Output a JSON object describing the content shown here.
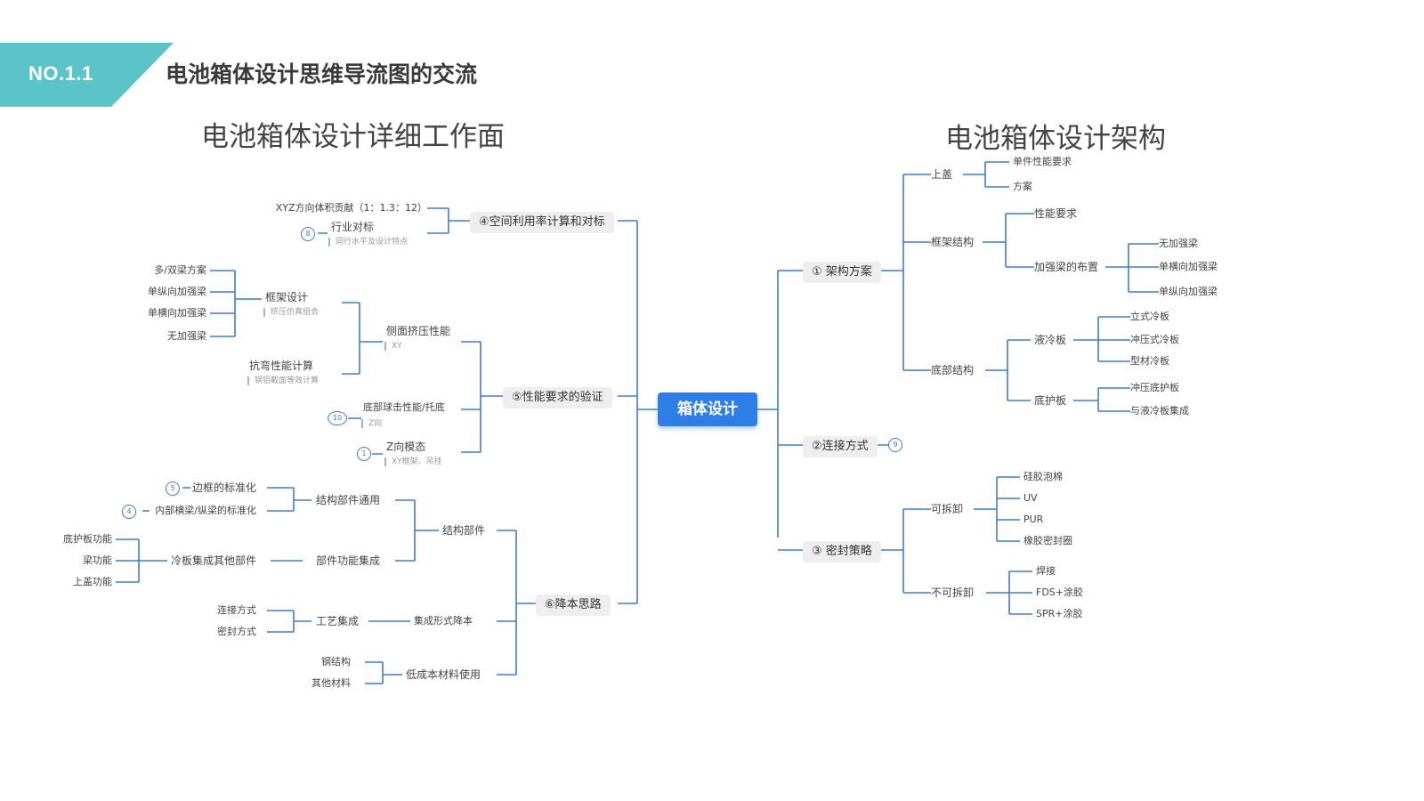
{
  "header": {
    "badge": "NO.1.1",
    "title": "电池箱体设计思维导流图的交流",
    "badge_color": "#5bc4c9"
  },
  "sections": {
    "left_title": "电池箱体设计详细工作面",
    "right_title": "电池箱体设计架构"
  },
  "root": "箱体设计",
  "right": {
    "arch": "① 架构方案",
    "arch_top": "上盖",
    "arch_top_children": [
      "单件性能要求",
      "方案"
    ],
    "arch_frame": "框架结构",
    "arch_frame_perf": "性能要求",
    "arch_frame_rib": "加强梁的布置",
    "arch_frame_rib_children": [
      "无加强梁",
      "单横向加强梁",
      "单纵向加强梁"
    ],
    "arch_bottom": "底部结构",
    "arch_bottom_liquid": "液冷板",
    "arch_bottom_liquid_children": [
      "立式冷板",
      "冲压式冷板",
      "型材冷板"
    ],
    "arch_bottom_guard": "底护板",
    "arch_bottom_guard_children": [
      "冲压底护板",
      "与液冷板集成"
    ],
    "conn": "②连接方式",
    "conn_count": "9",
    "seal": "③ 密封策略",
    "seal_removable": "可拆卸",
    "seal_removable_children": [
      "硅胶泡棉",
      "UV",
      "PUR",
      "橡胶密封圈"
    ],
    "seal_fixed": "不可拆卸",
    "seal_fixed_children": [
      "焊接",
      "FDS+涂胶",
      "SPR+涂胶"
    ]
  },
  "left": {
    "space": "④空间利用率计算和对标",
    "space_xyz": "XYZ方向体积贡献（1：1.3：12）",
    "space_bench": "行业对标",
    "space_bench_note": "同行水平及设计特点",
    "space_bench_count": "8",
    "perf": "⑤性能要求的验证",
    "perf_side": "侧面挤压性能",
    "perf_side_note": "XY",
    "perf_frame": "框架设计",
    "perf_frame_note": "挤压仿真组合",
    "perf_frame_children": [
      "多/双梁方案",
      "单纵向加强梁",
      "单横向加强梁",
      "无加强梁"
    ],
    "perf_bend": "抗弯性能计算",
    "perf_bend_note": "钢铝截面等效计算",
    "perf_ball": "底部球击性能/托底",
    "perf_ball_note": "Z向",
    "perf_ball_count": "10",
    "perf_modal": "Z向模态",
    "perf_modal_note": "XY框架、吊挂",
    "perf_modal_count": "1",
    "cost": "⑥降本思路",
    "cost_struct": "结构部件",
    "cost_common": "结构部件通用",
    "cost_common_children": [
      "边框的标准化",
      "内部横梁/纵梁的标准化"
    ],
    "cost_common_counts": [
      "5",
      "4"
    ],
    "cost_func": "部件功能集成",
    "cost_func_mid": "冷板集成其他部件",
    "cost_func_children": [
      "底护板功能",
      "梁功能",
      "上盖功能"
    ],
    "cost_process": "集成形式降本",
    "cost_process_mid": "工艺集成",
    "cost_process_children": [
      "连接方式",
      "密封方式"
    ],
    "cost_material": "低成本材料使用",
    "cost_material_children": [
      "钢结构",
      "其他材料"
    ]
  },
  "colors": {
    "line": "#3f7ad9",
    "root": "#2f7ee8",
    "pill": "#eeeeee"
  }
}
